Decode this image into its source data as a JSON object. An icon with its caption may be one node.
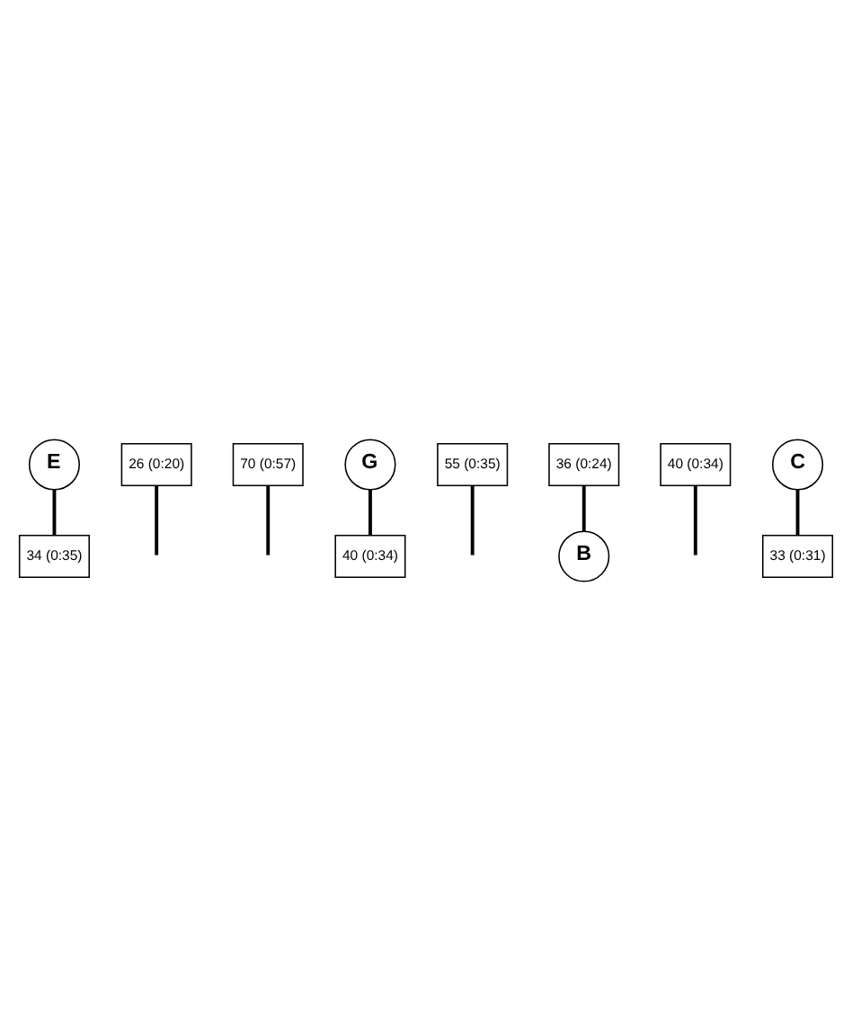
{
  "diagram": {
    "nodes": [
      {
        "text": [
          "34 (0:35)"
        ]
      },
      {
        "text": [
          "E"
        ]
      },
      {
        "text": [
          "26 (0:20)"
        ]
      },
      {
        "text": [
          "70 (0:57)"
        ]
      },
      {
        "text": [
          "G"
        ]
      },
      {
        "text": [
          "55 (0:35)"
        ]
      },
      {
        "text": [
          "40 (0:34)"
        ]
      },
      {
        "text": [
          "36 (0:24)"
        ]
      },
      {
        "text": [
          "40 (0:34)"
        ]
      },
      {
        "text": [
          "C"
        ]
      },
      {
        "text": [
          "B"
        ]
      },
      {
        "text": [
          "33 (0:31)"
        ]
      }
    ],
    "edges": [
      {
        "from": 1,
        "to": 0,
        "arrow": "none"
      },
      {
        "from": 2,
        "to": null,
        "arrow": "none"
      },
      {
        "from": 3,
        "to": null,
        "arrow": "none"
      },
      {
        "from": 5,
        "to": null,
        "arrow": "none"
      },
      {
        "from": 4,
        "to": 6,
        "arrow": "none"
      },
      {
        "from": 7,
        "to": 10,
        "arrow": "none"
      },
      {
        "from": 8,
        "to": null,
        "arrow": "none"
      },
      {
        "from": 9,
        "to": 11,
        "arrow": "none"
      }
    ]
  }
}
